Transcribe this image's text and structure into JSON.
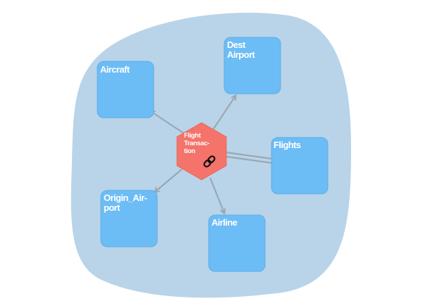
{
  "colors": {
    "group": "#b9d4e8",
    "entity": "#6cbcf5",
    "entity_border": "#5eaee8",
    "relationship": "#f4736a",
    "edge": "#9aa7b4"
  },
  "relationship": {
    "lines": [
      "Flight",
      "Transac-",
      "tion"
    ],
    "icon": "link-icon"
  },
  "entities": {
    "aircraft": {
      "lines": [
        "Aircraft"
      ]
    },
    "dest_airport": {
      "lines": [
        "Dest",
        "Airport"
      ]
    },
    "flights": {
      "lines": [
        "Flights"
      ]
    },
    "origin_airport": {
      "lines": [
        "Origin_Air-",
        "port"
      ]
    },
    "airline": {
      "lines": [
        "Airline"
      ]
    }
  }
}
